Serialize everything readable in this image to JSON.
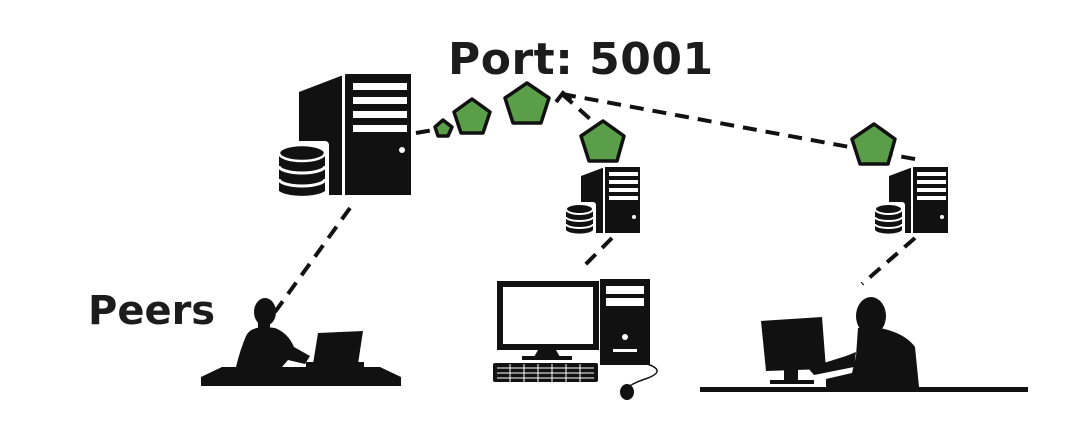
{
  "port_label": "Port: 5001",
  "peers_label": "Peers",
  "colors": {
    "packet_fill": "#5a9e4a",
    "packet_stroke": "#111111",
    "ink": "#111111",
    "background": "#ffffff"
  },
  "icons": [
    "server-icon",
    "database-icon",
    "packet-icon",
    "person-at-laptop-icon",
    "desktop-computer-icon",
    "person-at-monitor-icon"
  ],
  "nodes": [
    "main-server",
    "peer-server-middle",
    "peer-server-right"
  ],
  "peers": [
    "laptop-user",
    "desktop-computer",
    "monitor-user"
  ]
}
